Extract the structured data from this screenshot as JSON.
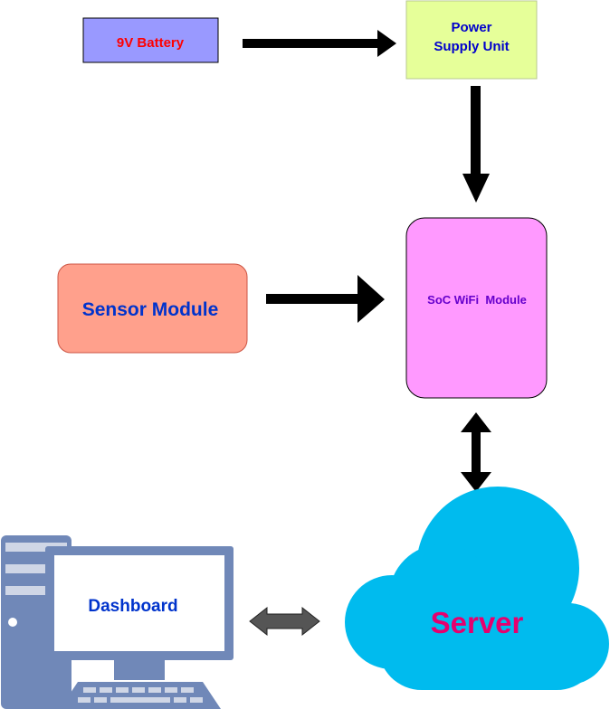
{
  "diagram": {
    "nodes": {
      "battery": {
        "label": "9V Battery",
        "fill": "#9999ff",
        "text_color": "#ff0000"
      },
      "psu": {
        "label_line1": "Power",
        "label_line2": "Supply Unit",
        "fill": "#e6ff99",
        "text_color": "#0000cc"
      },
      "sensor": {
        "label": "Sensor Module",
        "fill": "#ffa08c",
        "text_color": "#0033cc"
      },
      "soc": {
        "label": "SoC WiFi  Module",
        "fill": "#ff99ff",
        "text_color": "#6600cc"
      },
      "server": {
        "label": "Server",
        "fill": "#00bbee",
        "text_color": "#e6006e"
      },
      "dashboard": {
        "label": "Dashboard",
        "frame_color": "#7088b8",
        "screen_color": "#ffffff",
        "text_color": "#0033cc"
      }
    },
    "edges": [
      {
        "from": "9V Battery",
        "to": "Power Supply Unit",
        "kind": "arrow"
      },
      {
        "from": "Power Supply Unit",
        "to": "SoC WiFi Module",
        "kind": "arrow"
      },
      {
        "from": "Sensor Module",
        "to": "SoC WiFi Module",
        "kind": "arrow"
      },
      {
        "from": "SoC WiFi Module",
        "to": "Server",
        "kind": "double-arrow"
      },
      {
        "from": "Server",
        "to": "Dashboard",
        "kind": "double-arrow"
      }
    ],
    "colors": {
      "arrow": "#000000",
      "grey_arrow": "#555555",
      "outline": "#000000"
    }
  }
}
